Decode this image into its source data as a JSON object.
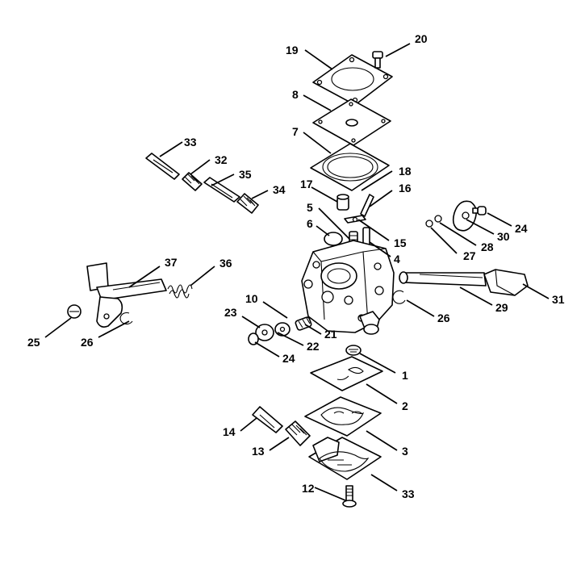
{
  "callouts": [
    {
      "id": "c19",
      "label": "19"
    },
    {
      "id": "c20",
      "label": "20"
    },
    {
      "id": "c8",
      "label": "8"
    },
    {
      "id": "c7",
      "label": "7"
    },
    {
      "id": "c18",
      "label": "18"
    },
    {
      "id": "c17",
      "label": "17"
    },
    {
      "id": "c16",
      "label": "16"
    },
    {
      "id": "c33a",
      "label": "33"
    },
    {
      "id": "c32",
      "label": "32"
    },
    {
      "id": "c35",
      "label": "35"
    },
    {
      "id": "c34",
      "label": "34"
    },
    {
      "id": "c5",
      "label": "5"
    },
    {
      "id": "c6",
      "label": "6"
    },
    {
      "id": "c15",
      "label": "15"
    },
    {
      "id": "c4",
      "label": "4"
    },
    {
      "id": "c24a",
      "label": "24"
    },
    {
      "id": "c30",
      "label": "30"
    },
    {
      "id": "c28",
      "label": "28"
    },
    {
      "id": "c27",
      "label": "27"
    },
    {
      "id": "c37",
      "label": "37"
    },
    {
      "id": "c36",
      "label": "36"
    },
    {
      "id": "c31",
      "label": "31"
    },
    {
      "id": "c29",
      "label": "29"
    },
    {
      "id": "c26a",
      "label": "26"
    },
    {
      "id": "c10",
      "label": "10"
    },
    {
      "id": "c23",
      "label": "23"
    },
    {
      "id": "c21",
      "label": "21"
    },
    {
      "id": "c22",
      "label": "22"
    },
    {
      "id": "c24b",
      "label": "24"
    },
    {
      "id": "c25",
      "label": "25"
    },
    {
      "id": "c26b",
      "label": "26"
    },
    {
      "id": "c1",
      "label": "1"
    },
    {
      "id": "c2",
      "label": "2"
    },
    {
      "id": "c14",
      "label": "14"
    },
    {
      "id": "c13",
      "label": "13"
    },
    {
      "id": "c3",
      "label": "3"
    },
    {
      "id": "c12",
      "label": "12"
    },
    {
      "id": "c33b",
      "label": "33"
    }
  ]
}
